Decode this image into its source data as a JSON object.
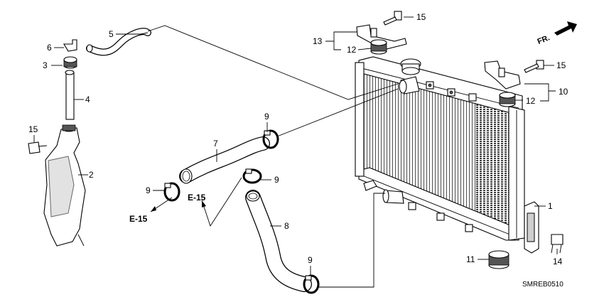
{
  "callouts": {
    "c1": "1",
    "c2": "2",
    "c3": "3",
    "c4": "4",
    "c5": "5",
    "c6": "6",
    "c7": "7",
    "c8": "8",
    "c9a": "9",
    "c9b": "9",
    "c9c": "9",
    "c9d": "9",
    "c10": "10",
    "c11": "11",
    "c12a": "12",
    "c12b": "12",
    "c13": "13",
    "c14": "14",
    "c15a": "15",
    "c15b": "15",
    "c15c": "15"
  },
  "references": {
    "left": "E-15",
    "middle": "E-15"
  },
  "direction": "FR.",
  "diagram_code": "SMREB0510"
}
